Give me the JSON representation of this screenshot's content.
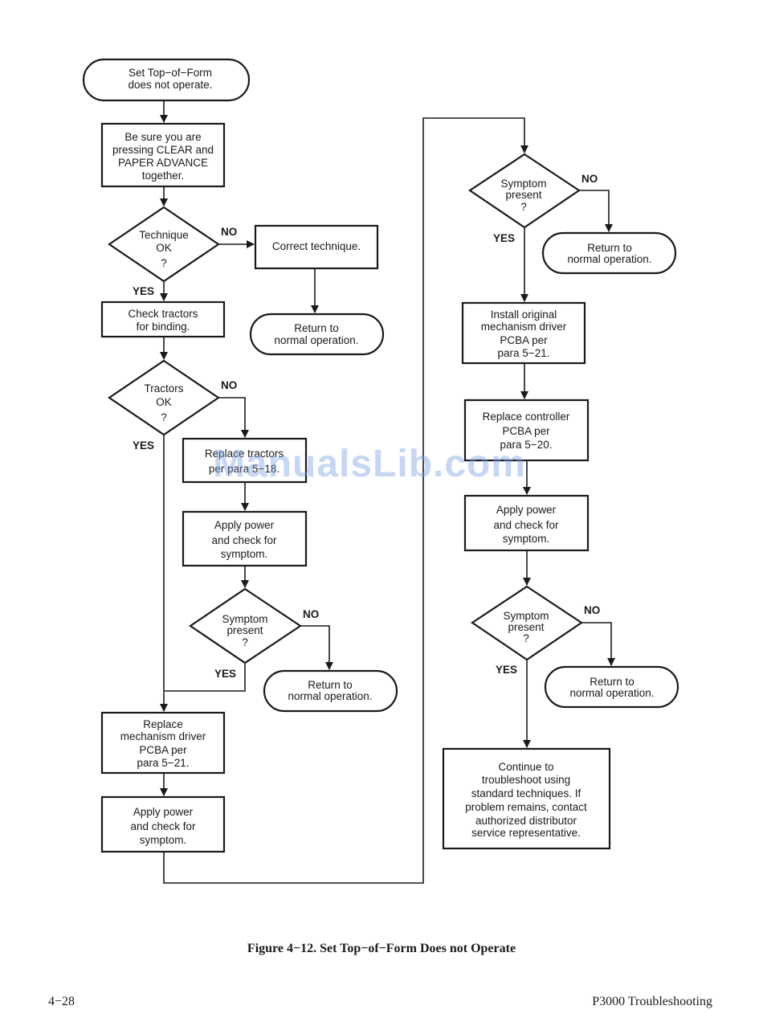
{
  "flowchart": {
    "nodes": {
      "start": [
        "Set Top−of−Form",
        "does not operate."
      ],
      "be_sure": [
        "Be sure you are",
        "pressing CLEAR and",
        "PAPER ADVANCE",
        "together."
      ],
      "technique_ok": [
        "Technique",
        "OK",
        "?"
      ],
      "correct_technique": [
        "Correct technique."
      ],
      "return_1": [
        "Return to",
        "normal operation."
      ],
      "check_tractors": [
        "Check tractors",
        "for binding."
      ],
      "tractors_ok": [
        "Tractors",
        "OK",
        "?"
      ],
      "replace_tractors": [
        "Replace tractors",
        "per para 5−18."
      ],
      "apply_power_1": [
        "Apply power",
        "and check for",
        "symptom."
      ],
      "symptom_1": [
        "Symptom",
        "present",
        "?"
      ],
      "return_2": [
        "Return to",
        "normal operation."
      ],
      "replace_mech_driver": [
        "Replace",
        "mechanism driver",
        "PCBA per",
        "para 5−21."
      ],
      "apply_power_2": [
        "Apply power",
        "and check for",
        "symptom."
      ],
      "symptom_2": [
        "Symptom",
        "present",
        "?"
      ],
      "return_3": [
        "Return to",
        "normal operation."
      ],
      "install_original": [
        "Install original",
        "mechanism driver",
        "PCBA per",
        "para 5−21."
      ],
      "replace_controller": [
        "Replace controller",
        "PCBA per",
        "para 5−20."
      ],
      "apply_power_3": [
        "Apply power",
        "and check for",
        "symptom."
      ],
      "symptom_3": [
        "Symptom",
        "present",
        "?"
      ],
      "return_4": [
        "Return to",
        "normal operation."
      ],
      "continue": [
        "Continue to",
        "troubleshoot using",
        "standard techniques. If",
        "problem remains, contact",
        "authorized distributor",
        "service representative."
      ]
    },
    "labels": {
      "technique_no": "NO",
      "technique_yes": "YES",
      "tractors_no": "NO",
      "tractors_yes": "YES",
      "symptom1_no": "NO",
      "symptom1_yes": "YES",
      "symptom2_no": "NO",
      "symptom2_yes": "YES",
      "symptom3_no": "NO",
      "symptom3_yes": "YES"
    }
  },
  "caption": "Figure 4−12.  Set Top−of−Form Does not Operate",
  "footer": {
    "page_number": "4−28",
    "section": "P3000 Troubleshooting"
  },
  "watermark": "ManualsLib.com",
  "colors": {
    "ink": "#1a1a1a",
    "watermark": "#78a0e6"
  }
}
